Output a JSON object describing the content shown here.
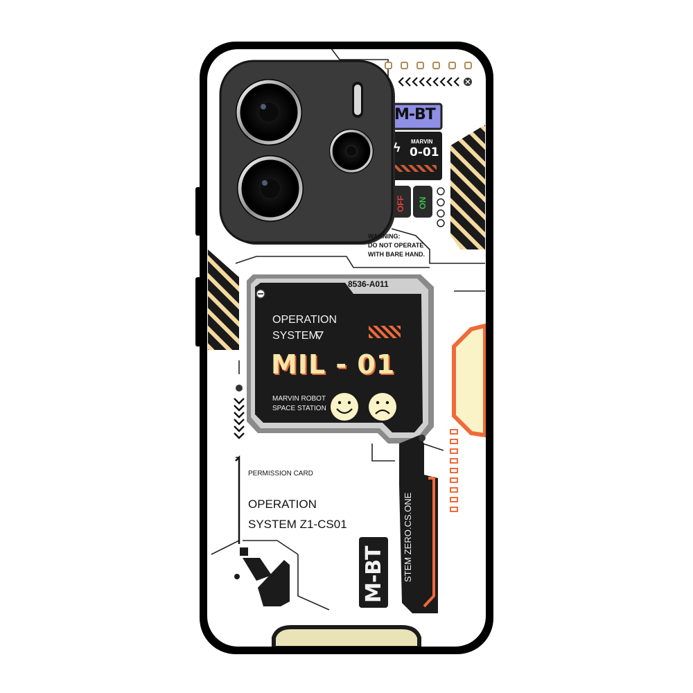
{
  "case": {
    "color_case": "#000000",
    "color_back": "#ffffff",
    "color_accent_orange": "#ef6a3a",
    "color_accent_cream": "#fbf3c8",
    "color_panel": "#1b1b1b"
  },
  "top_tag": {
    "label": "M-BT",
    "color": "#8f8fe6"
  },
  "marvin_tag": {
    "line1": "MARVIN",
    "line2": "0-01"
  },
  "switches": {
    "off": "OFF",
    "on": "ON"
  },
  "warning": {
    "line1": "WARNING:",
    "line2": "DO NOT OPERATE",
    "line3": "WITH BARE HAND."
  },
  "panel": {
    "code": "8536-A011",
    "os_line1": "OPERATION",
    "os_line2": "SYSTEM",
    "title": "MIL - 01",
    "sub_line1": "MARVIN ROBOT",
    "sub_line2": "SPACE STATION"
  },
  "permission": {
    "label": "PERMISSION CARD",
    "line1": "OPERATION",
    "line2": "SYSTEM Z1-CS01"
  },
  "vertical_label": "STEM ZERO.CS.ONE",
  "vertical_tag": "M-BT"
}
